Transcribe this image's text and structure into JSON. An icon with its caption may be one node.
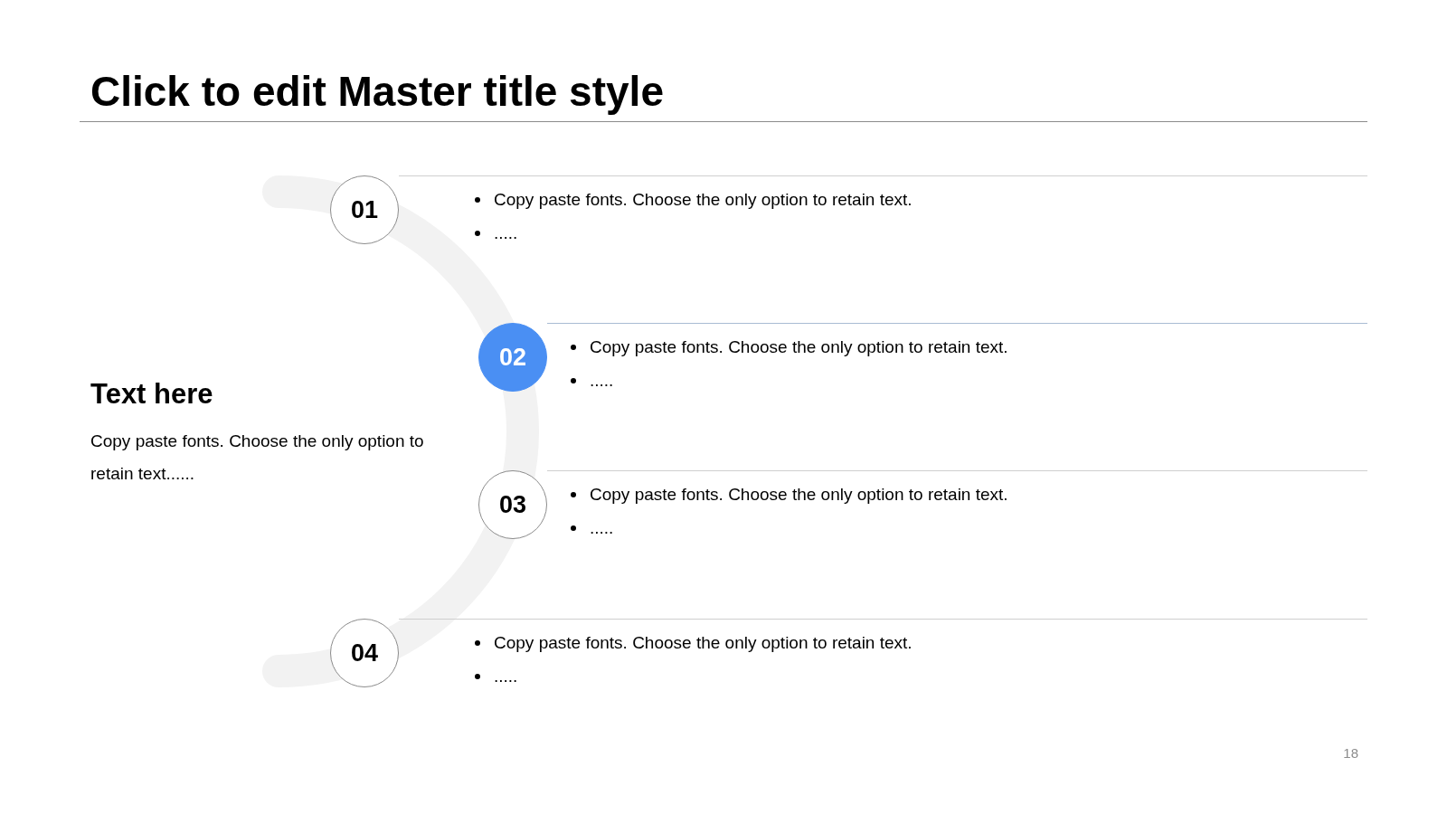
{
  "diagram": {
    "title": "Click to edit Master title style",
    "nodes": [
      {
        "text": [
          "01"
        ],
        "beside": [
          "Copy paste fonts. Choose the only option to retain text.",
          "....."
        ]
      },
      {
        "text": [
          "02"
        ],
        "beside": [
          "Copy paste fonts. Choose the only option to retain text.",
          "....."
        ]
      },
      {
        "text": [
          "03"
        ],
        "beside": [
          "Copy paste fonts. Choose the only option to retain text.",
          "....."
        ]
      },
      {
        "text": [
          "04"
        ],
        "beside": [
          "Copy paste fonts. Choose the only option to retain text.",
          "....."
        ]
      }
    ],
    "labels": [
      "Text here",
      "Copy paste fonts. Choose the only option to retain text......",
      "18"
    ]
  }
}
